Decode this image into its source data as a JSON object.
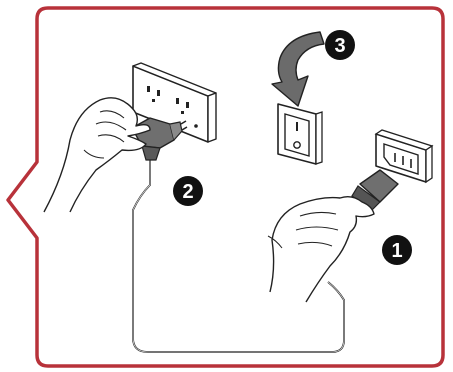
{
  "callout": {
    "border_color": "#b8323a"
  },
  "steps": [
    {
      "number": "1",
      "description_icon": "hand-plugging-connector-icon"
    },
    {
      "number": "2",
      "description_icon": "hand-plugging-wall-outlet-icon"
    },
    {
      "number": "3",
      "description_icon": "power-switch-arrow-icon"
    }
  ]
}
